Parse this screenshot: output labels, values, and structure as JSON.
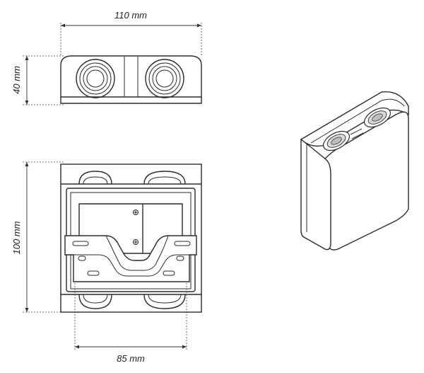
{
  "dimensions": {
    "width_top": "110 mm",
    "height_top": "40 mm",
    "height_front": "100 mm",
    "width_bracket": "85 mm"
  },
  "colors": {
    "line": "#2a2a2a",
    "background": "#ffffff"
  }
}
